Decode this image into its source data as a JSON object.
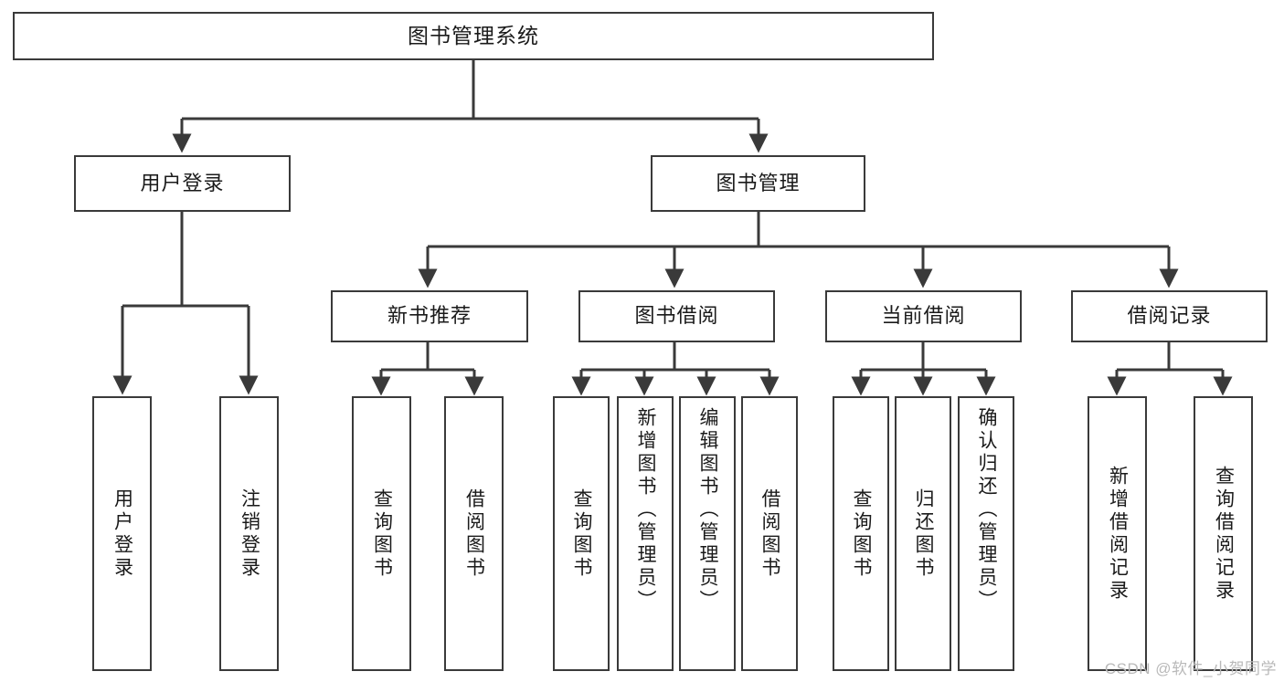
{
  "diagram": {
    "type": "tree-hierarchy",
    "title": "图书管理系统",
    "watermark": "CSDN @软件_小贺同学",
    "colors": {
      "stroke": "#3a3a3a",
      "fill": "#ffffff",
      "text": "#1a1a1a",
      "watermark": "#b9b9b9"
    },
    "nodes": {
      "root": {
        "label": "图书管理系统"
      },
      "level1": [
        {
          "id": "user-login",
          "label": "用户登录"
        },
        {
          "id": "book-manage",
          "label": "图书管理"
        }
      ],
      "level2": [
        {
          "id": "new-book-rec",
          "label": "新书推荐"
        },
        {
          "id": "book-borrow",
          "label": "图书借阅"
        },
        {
          "id": "current-borrow",
          "label": "当前借阅"
        },
        {
          "id": "borrow-record",
          "label": "借阅记录"
        }
      ],
      "leaves": {
        "user-login": [
          {
            "id": "leaf-user-login",
            "label": "用户登录"
          },
          {
            "id": "leaf-logout-login",
            "label": "注销登录"
          }
        ],
        "new-book-rec": [
          {
            "id": "leaf-query-book-1",
            "label": "查询图书"
          },
          {
            "id": "leaf-borrow-book-1",
            "label": "借阅图书"
          }
        ],
        "book-borrow": [
          {
            "id": "leaf-query-book-2",
            "label": "查询图书"
          },
          {
            "id": "leaf-add-book",
            "label": "新增图书（管理员）"
          },
          {
            "id": "leaf-edit-book",
            "label": "编辑图书（管理员）"
          },
          {
            "id": "leaf-borrow-book-2",
            "label": "借阅图书"
          }
        ],
        "current-borrow": [
          {
            "id": "leaf-query-book-3",
            "label": "查询图书"
          },
          {
            "id": "leaf-return-book",
            "label": "归还图书"
          },
          {
            "id": "leaf-confirm-return",
            "label": "确认归还（管理员）"
          }
        ],
        "borrow-record": [
          {
            "id": "leaf-add-record",
            "label": "新增借阅记录"
          },
          {
            "id": "leaf-query-record",
            "label": "查询借阅记录"
          }
        ]
      }
    }
  }
}
